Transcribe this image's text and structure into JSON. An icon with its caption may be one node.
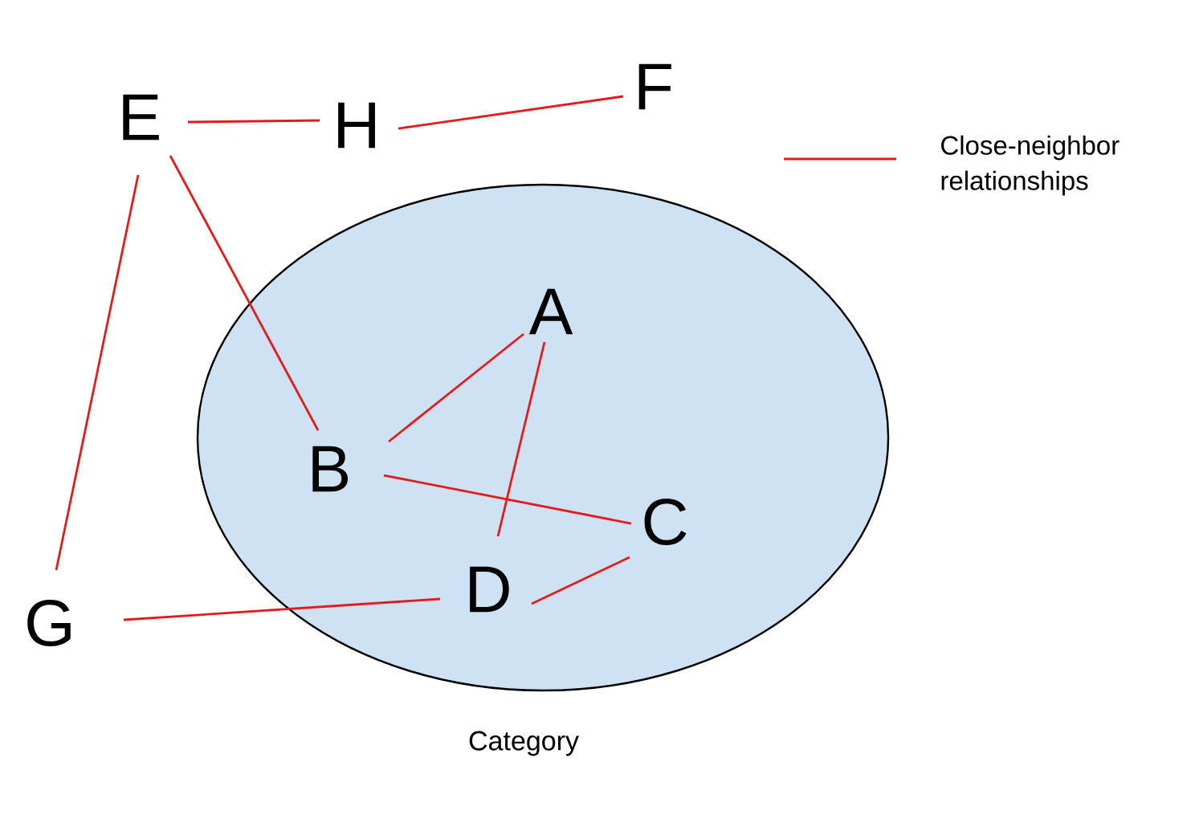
{
  "diagram": {
    "nodes": [
      {
        "text": [
          "E"
        ]
      },
      {
        "text": [
          "H"
        ]
      },
      {
        "text": [
          "F"
        ]
      },
      {
        "text": [
          "Category"
        ]
      },
      {
        "text": [
          "A"
        ],
        "in": 3
      },
      {
        "text": [
          "B"
        ],
        "in": 3
      },
      {
        "text": [
          "C"
        ],
        "in": 3
      },
      {
        "text": [
          "D"
        ],
        "in": 3
      },
      {
        "text": [
          "G"
        ]
      }
    ],
    "edges": [
      {
        "from": 0,
        "to": 1,
        "arrow": "none"
      },
      {
        "from": 1,
        "to": 2,
        "arrow": "none"
      },
      {
        "from": 0,
        "to": 5,
        "arrow": "none"
      },
      {
        "from": 0,
        "to": 8,
        "arrow": "none"
      },
      {
        "from": 4,
        "to": 5,
        "arrow": "none"
      },
      {
        "from": 4,
        "to": 7,
        "arrow": "none"
      },
      {
        "from": 5,
        "to": 6,
        "arrow": "none"
      },
      {
        "from": 6,
        "to": 7,
        "arrow": "none"
      },
      {
        "from": 8,
        "to": 7,
        "arrow": "none"
      }
    ],
    "legend": [
      {
        "text": "Close-neighbor relationships"
      }
    ]
  }
}
